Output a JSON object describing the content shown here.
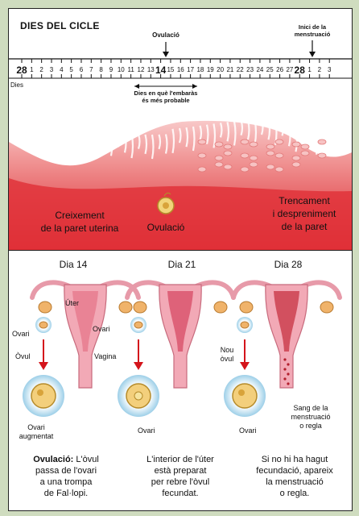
{
  "cycle": {
    "title": "DIES DEL CICLE",
    "ovulation_marker": "Ovulació",
    "menstruation_marker_line1": "Inici de la",
    "menstruation_marker_line2": "menstruació",
    "days_label": "Dies",
    "days": [
      "28",
      "1",
      "2",
      "3",
      "4",
      "5",
      "6",
      "7",
      "8",
      "9",
      "10",
      "11",
      "12",
      "13",
      "14",
      "15",
      "16",
      "17",
      "18",
      "19",
      "20",
      "21",
      "22",
      "23",
      "24",
      "25",
      "26",
      "27",
      "28",
      "1",
      "2",
      "3"
    ],
    "fertile_window_line1": "Dies en què l'embaràs",
    "fertile_window_line2": "és més probable",
    "stage_growth_line1": "Creixement",
    "stage_growth_line2": "de la paret uterina",
    "stage_ovulation": "Ovulació",
    "stage_breakdown_line1": "Trencament",
    "stage_breakdown_line2": "i despreniment",
    "stage_breakdown_line3": "de la paret",
    "colors": {
      "lining": "#d9212a",
      "tissue_light": "#f4b1b1",
      "accent": "#c8161d"
    }
  },
  "stages": {
    "day14": {
      "title": "Dia 14",
      "label_uterus": "Úter",
      "label_ovary_left": "Ovari",
      "label_ovary_right": "Ovari",
      "label_ovum": "Òvul",
      "label_vagina": "Vagina",
      "zoom_line1": "Ovari",
      "zoom_line2": "augmentat",
      "caption_bold": "Ovulació:",
      "caption_line1_rest": " L'òvul",
      "caption_line2": "passa de l'ovari",
      "caption_line3": "a una trompa",
      "caption_line4": "de Fal·lopi."
    },
    "day21": {
      "title": "Dia 21",
      "zoom_label": "Ovari",
      "caption_line1": "L'interior de l'úter",
      "caption_line2": "està preparat",
      "caption_line3": "per rebre l'òvul",
      "caption_line4": "fecundat."
    },
    "day28": {
      "title": "Dia 28",
      "label_new_ovum_line1": "Nou",
      "label_new_ovum_line2": "òvul",
      "zoom_label": "Ovari",
      "label_blood_line1": "Sang de la",
      "label_blood_line2": "menstruació",
      "label_blood_line3": "o regla",
      "caption_line1": "Si no hi ha hagut",
      "caption_line2": "fecundació, apareix",
      "caption_line3": "la menstruació",
      "caption_line4": "o regla."
    }
  }
}
